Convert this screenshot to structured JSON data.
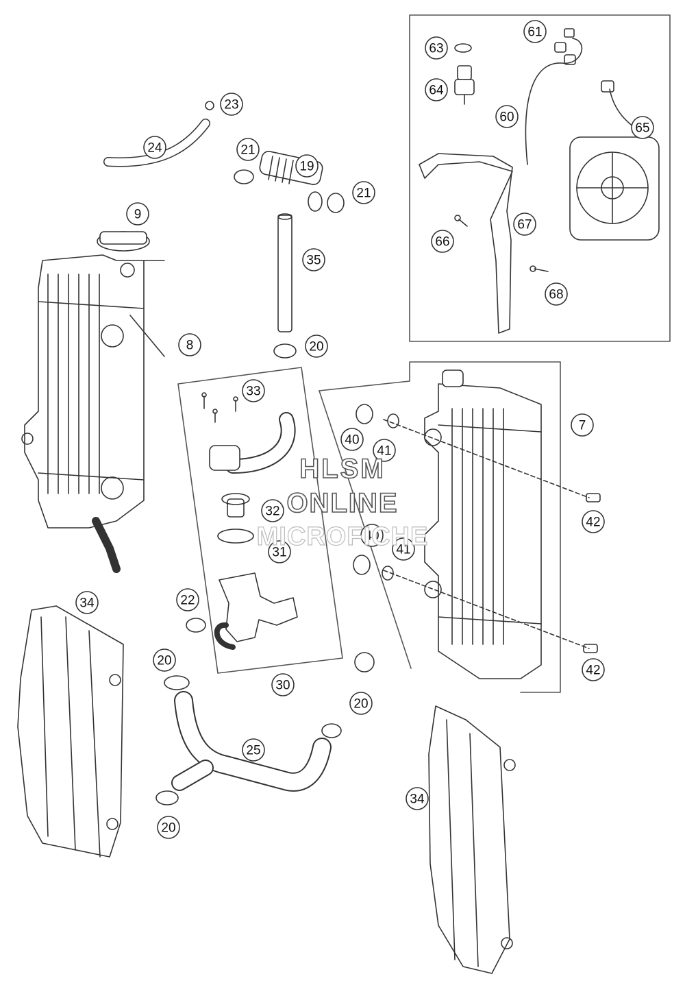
{
  "callouts": [
    "61",
    "63",
    "64",
    "60",
    "65",
    "23",
    "24",
    "21",
    "19",
    "21",
    "9",
    "35",
    "66",
    "67",
    "68",
    "8",
    "20",
    "33",
    "7",
    "40",
    "41",
    "42",
    "32",
    "31",
    "40",
    "41",
    "22",
    "34",
    "20",
    "42",
    "30",
    "20",
    "25",
    "34",
    "20"
  ],
  "watermark": {
    "line1": "HLSM",
    "line2": "ONLINE",
    "line3": "MICROFICHE"
  },
  "colors": {
    "line": "#333333",
    "fill": "#ffffff",
    "shade": "#d8d8d8",
    "frame": "#555555"
  }
}
